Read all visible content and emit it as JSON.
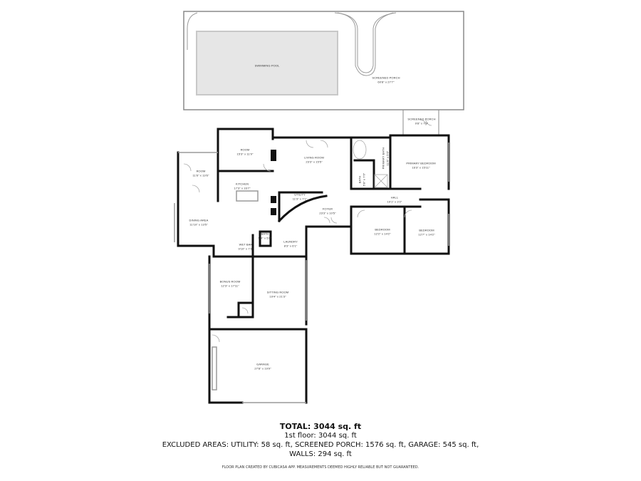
{
  "rooms": {
    "swimming_pool": {
      "name": "SWIMMING POOL",
      "dim": ""
    },
    "screened_porch_main": {
      "name": "SCREENED PORCH",
      "dim": "60'8\" x 27'7\""
    },
    "screened_porch_small": {
      "name": "SCREENED PORCH",
      "dim": "9'8\" x 7'9\""
    },
    "room_top": {
      "name": "ROOM",
      "dim": "15'3\" x 11'9\""
    },
    "room_left": {
      "name": "ROOM",
      "dim": "11'6\" x 13'6\""
    },
    "kitchen": {
      "name": "KITCHEN",
      "dim": "17'3\" x 16'7\""
    },
    "living_room": {
      "name": "LIVING ROOM",
      "dim": "23'3\" x 15'5\""
    },
    "utility": {
      "name": "UTILITY",
      "dim": "11'3\" x 7'1\""
    },
    "foyer": {
      "name": "FOYER",
      "dim": "23'3\" x 10'5\""
    },
    "dining_area": {
      "name": "DINING AREA",
      "dim": "11'10\" x 13'5\""
    },
    "wet_bar": {
      "name": "WET BAR",
      "dim": "9'10\" x 7'2\""
    },
    "bath_small": {
      "name": "BATH",
      "dim": "5'4\" x 5'6\""
    },
    "laundry": {
      "name": "LAUNDRY",
      "dim": "8'3\" x 6'1\""
    },
    "primary_bath": {
      "name": "PRIMARY BATH",
      "dim": "11'6\" x 5'6\""
    },
    "bath_hall": {
      "name": "BATH",
      "dim": "5'8\" x 7'6\""
    },
    "primary_bedroom": {
      "name": "PRIMARY BEDROOM",
      "dim": "16'3\" x 15'11\""
    },
    "hall": {
      "name": "HALL",
      "dim": "19'1\" x 3'2\""
    },
    "bedroom_1": {
      "name": "BEDROOM",
      "dim": "12'2\" x 14'2\""
    },
    "bedroom_2": {
      "name": "BEDROOM",
      "dim": "12'7\" x 14'2\""
    },
    "bonus_room": {
      "name": "BONUS ROOM",
      "dim": "12'3\" x 17'11\""
    },
    "sitting_room": {
      "name": "SITTING ROOM",
      "dim": "19'4\" x 21'3\""
    },
    "garage": {
      "name": "GARAGE",
      "dim": "27'8\" x 19'9\""
    }
  },
  "summary": {
    "total": "TOTAL: 3044 sq. ft",
    "floor1": "1st floor: 3044 sq. ft",
    "excluded": "EXCLUDED AREAS: UTILITY: 58 sq. ft, SCREENED PORCH: 1576 sq. ft, GARAGE: 545 sq. ft,",
    "walls": "WALLS: 294 sq. ft",
    "disclaimer": "FLOOR PLAN CREATED BY CUBICASA APP. MEASUREMENTS DEEMED HIGHLY RELIABLE BUT NOT GUARANTEED."
  },
  "colors": {
    "wall": "#111111",
    "thin_wall": "#999999",
    "pool_fill": "#e6e6e6",
    "text": "#111111"
  }
}
